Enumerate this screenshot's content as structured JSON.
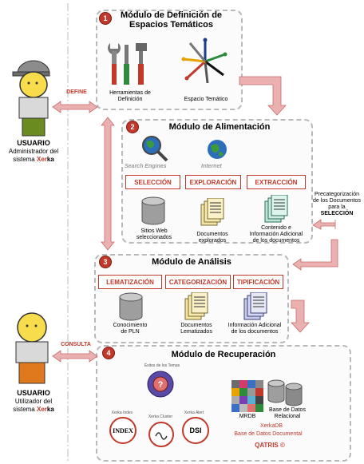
{
  "modules": {
    "m1": {
      "number": "1",
      "title_line1": "Módulo de Definición de",
      "title_line2": "Espacios Temáticos",
      "tool_caption_line1": "Herramientas de",
      "tool_caption_line2": "Definición",
      "space_caption": "Espacio Temático"
    },
    "m2": {
      "number": "2",
      "title": "Módulo de Alimentación",
      "search_caption": "Search Engines",
      "internet_caption": "Internet",
      "tags": [
        "SELECCIÓN",
        "EXPLORACIÓN",
        "EXTRACCIÓN"
      ],
      "sites_line1": "Sitios Web",
      "sites_line2": "seleccionados",
      "docs_line1": "Documentos",
      "docs_line2": "explorados",
      "info_line1": "Contenido e",
      "info_line2": "Información Adicional",
      "info_line3": "de los documentos"
    },
    "m3": {
      "number": "3",
      "title": "Módulo de Análisis",
      "tags": [
        "LEMATIZACIÓN",
        "CATEGORIZACIÓN",
        "TIPIFICACIÓN"
      ],
      "pln_line1": "Conocimiento",
      "pln_line2": "de PLN",
      "lem_line1": "Documentos",
      "lem_line2": "Lematizados",
      "add_line1": "Información Adicional",
      "add_line2": "de los documentos"
    },
    "m4": {
      "number": "4",
      "title": "Módulo de Recuperación",
      "topics_label": "Éxitos de los Temas",
      "index_top": "Xerka Index",
      "index_label": "INDEX",
      "cluster_top": "Xerka Cluster",
      "alert_top": "Xerka Alert",
      "alert_label": "DSI",
      "mrdb_label": "MRDB",
      "db_line1": "Base de Datos",
      "db_line2": "Relacional",
      "xerkadb_prefix": "Xerka",
      "xerkadb_suffix": "DB",
      "docdb_label": "Base de Datos Documental",
      "qatris_label": "QATRIS ©"
    }
  },
  "precat": {
    "line1": "Precategorización",
    "line2": "de los Documentos",
    "line3": "para la",
    "line4": "SELECCIÓN"
  },
  "user_admin": {
    "link_label": "DEFINE",
    "title": "USUARIO",
    "line1": "Administrador del",
    "line2_prefix": "sistema ",
    "brand_x": "Xer",
    "brand_rest": "ka"
  },
  "user_util": {
    "link_label": "CONSULTA",
    "title": "USUARIO",
    "line1": "Utilizador del",
    "line2_prefix": "sistema ",
    "brand_x": "Xer",
    "brand_rest": "ka"
  },
  "colors": {
    "accent": "#c0392b",
    "arrow": "#e8a4a4",
    "dashed": "#b9b9b9"
  }
}
